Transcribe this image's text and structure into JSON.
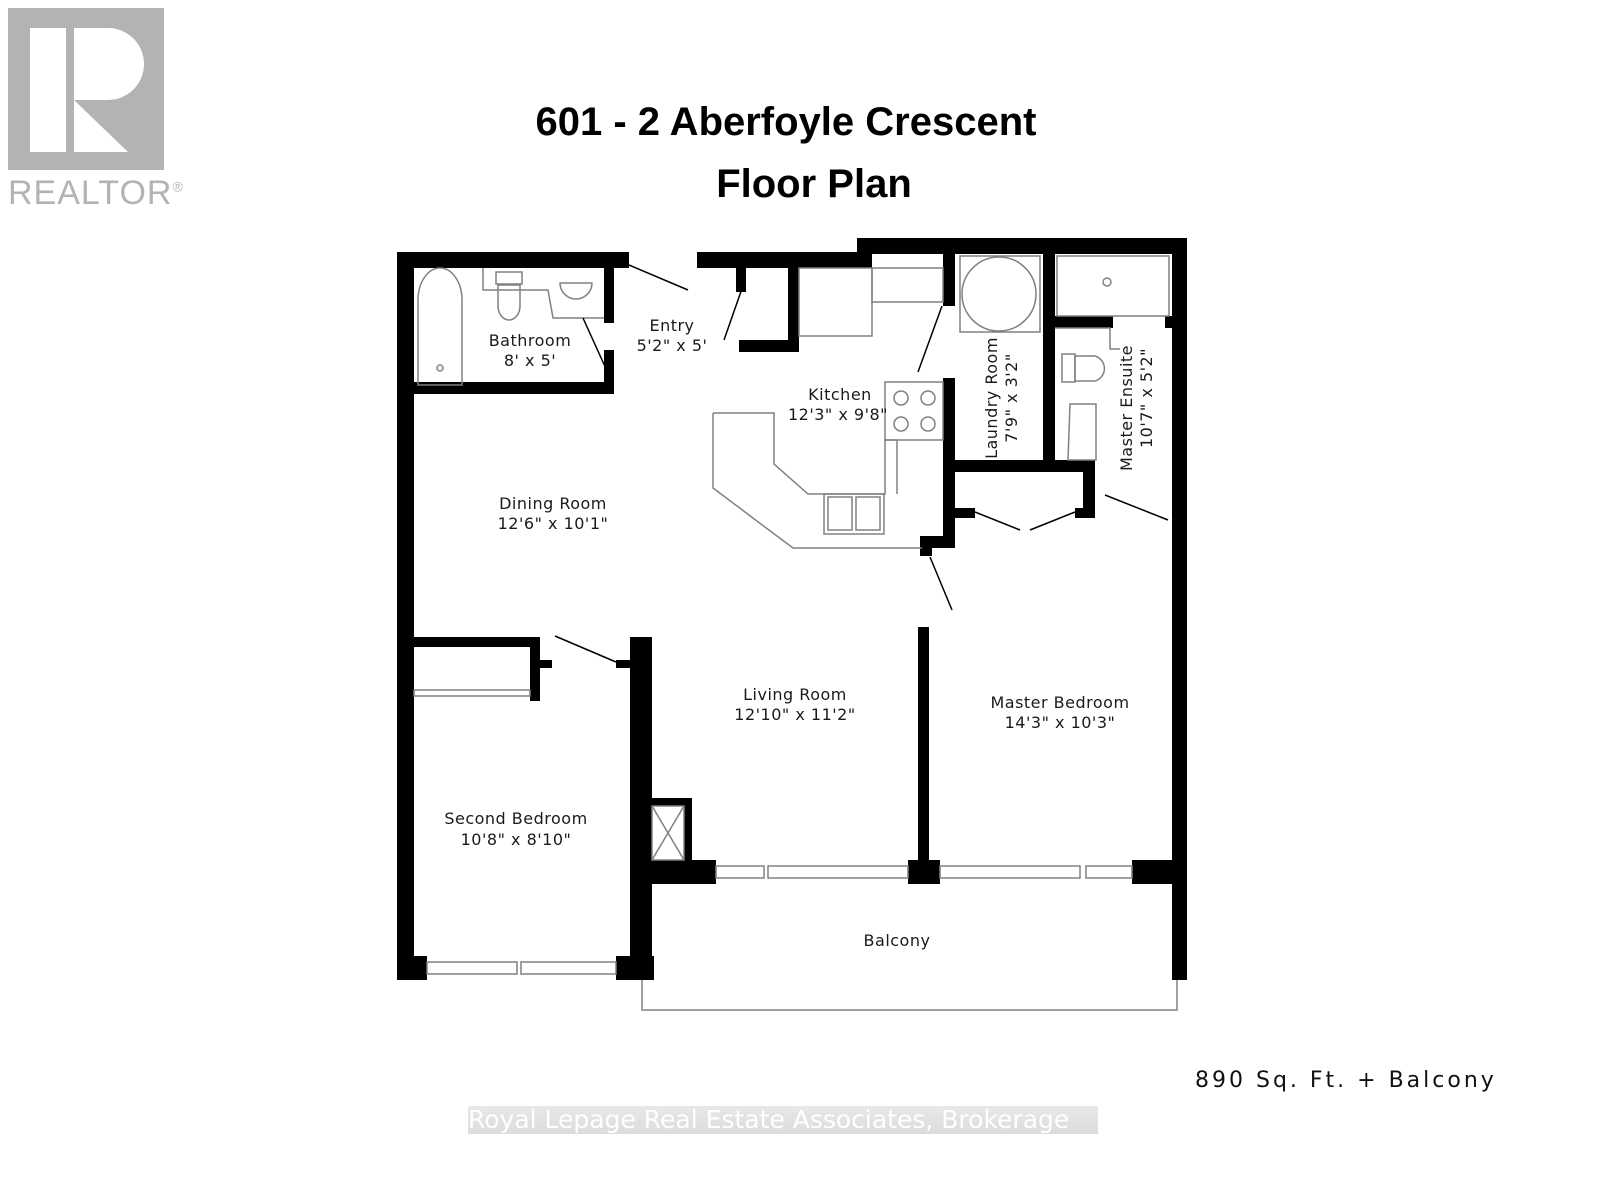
{
  "logo": {
    "brand": "REALTOR",
    "mark": "®",
    "icon": "realtor-r-icon",
    "color": "#b3b3b3"
  },
  "header": {
    "title_line1": "601 - 2 Aberfoyle Crescent",
    "title_line2": "Floor Plan"
  },
  "rooms": [
    {
      "name": "Bathroom",
      "dims": "8' x 5'"
    },
    {
      "name": "Entry",
      "dims": "5'2\" x 5'"
    },
    {
      "name": "Kitchen",
      "dims": "12'3\" x 9'8\""
    },
    {
      "name": "Laundry Room",
      "dims": "7'9\" x 3'2\""
    },
    {
      "name": "Master Ensuite",
      "dims": "10'7\" x 5'2\""
    },
    {
      "name": "Dining Room",
      "dims": "12'6\" x 10'1\""
    },
    {
      "name": "Living Room",
      "dims": "12'10\" x 11'2\""
    },
    {
      "name": "Master Bedroom",
      "dims": "14'3\" x 10'3\""
    },
    {
      "name": "Second Bedroom",
      "dims": "10'8\" x 8'10\""
    },
    {
      "name": "Balcony",
      "dims": ""
    }
  ],
  "footer": {
    "area": "890 Sq. Ft. + Balcony",
    "watermark": "Royal Lepage Real Estate Associates, Brokerage"
  },
  "colors": {
    "wall": "#000000",
    "fixture": "#808080",
    "background": "#ffffff"
  }
}
